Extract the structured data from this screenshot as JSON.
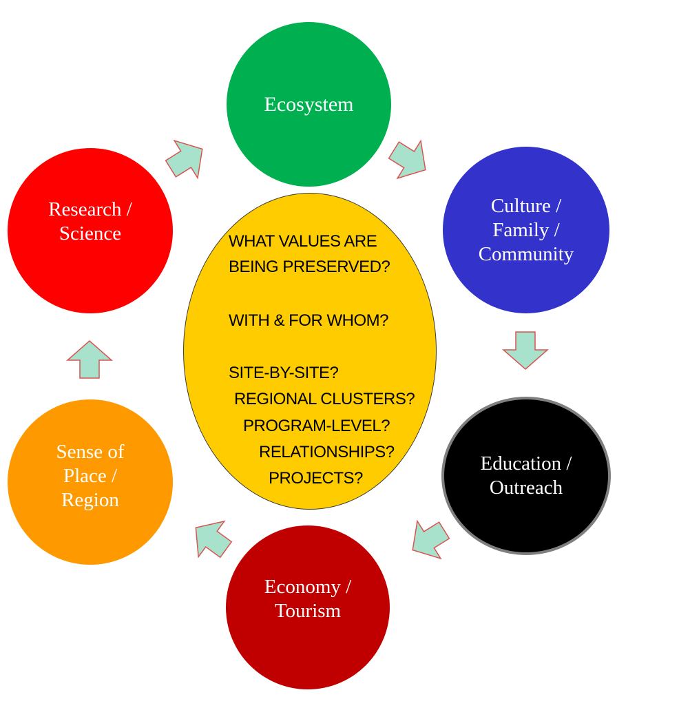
{
  "colors": {
    "ecosystem": "#00b050",
    "culture": "#3333cc",
    "education": "#000000",
    "economy": "#c00000",
    "sense_of_place": "#ff9900",
    "research": "#ff0000",
    "center": "#ffcc00",
    "arrow_fill": "#a9e2cc",
    "arrow_stroke": "#d9534f"
  },
  "nodes": {
    "ecosystem": {
      "lines": [
        "Ecosystem"
      ]
    },
    "culture": {
      "lines": [
        "Culture /",
        "Family /",
        "Community"
      ]
    },
    "education": {
      "lines": [
        "Education /",
        "Outreach"
      ]
    },
    "economy": {
      "lines": [
        "Economy /",
        "Tourism"
      ]
    },
    "sense_of_place": {
      "lines": [
        "Sense  of",
        "Place /",
        "Region"
      ]
    },
    "research": {
      "lines": [
        "Research  /",
        "Science"
      ]
    }
  },
  "center": {
    "q1a": "WHAT VALUES ARE",
    "q1b": "BEING PRESERVED?",
    "q2": "WITH & FOR WHOM?",
    "q3a": "SITE-BY-SITE?",
    "q3b": "REGIONAL CLUSTERS?",
    "q3c": "PROGRAM-LEVEL?",
    "q3d": "RELATIONSHIPS?",
    "q3e": "PROJECTS?"
  }
}
